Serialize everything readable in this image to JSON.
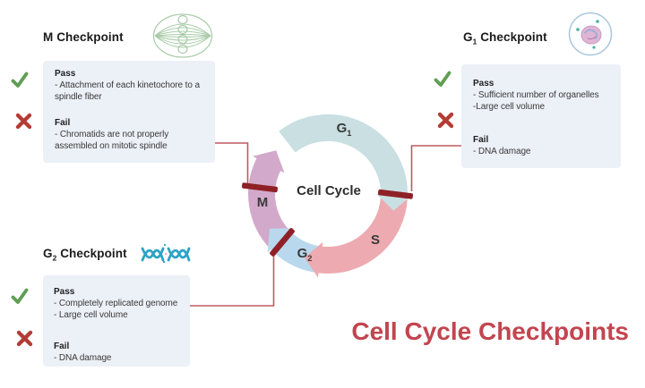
{
  "title": "Cell Cycle Checkpoints",
  "center_label": "Cell Cycle",
  "colors": {
    "seg_g1": "#c9dfe2",
    "seg_s": "#edaab0",
    "seg_g2": "#b9d8ee",
    "seg_m": "#d2a9cb",
    "bar": "#8e2026",
    "connector": "#bf5a60",
    "box_bg": "#ecf0f7",
    "title_red": "#c2454f",
    "check_green": "#5f9e53",
    "cross_red": "#b43c36",
    "spindle_green": "#a8cba8",
    "cell_blue": "#a9c6dd",
    "nucleus_pink": "#dcaed0",
    "dna_teal": "#2ba3c6"
  },
  "phases": [
    {
      "main": "G",
      "sub": "1"
    },
    {
      "main": "S",
      "sub": ""
    },
    {
      "main": "G",
      "sub": "2"
    },
    {
      "main": "M",
      "sub": ""
    }
  ],
  "checkpoints": {
    "m": {
      "title_main": "M",
      "title_sub": "",
      "title_rest": " Checkpoint",
      "pass_label": "Pass",
      "pass_items": [
        "- Attachment of each kinetochore to a spindle fiber"
      ],
      "fail_label": "Fail",
      "fail_items": [
        "- Chromatids are not properly assembled on mitotic spindle"
      ]
    },
    "g1": {
      "title_main": "G",
      "title_sub": "1",
      "title_rest": " Checkpoint",
      "pass_label": "Pass",
      "pass_items": [
        "- Sufficient number of organelles",
        "-Large cell volume"
      ],
      "fail_label": "Fail",
      "fail_items": [
        "- DNA damage"
      ]
    },
    "g2": {
      "title_main": "G",
      "title_sub": "2",
      "title_rest": " Checkpoint",
      "pass_label": "Pass",
      "pass_items": [
        "- Completely replicated genome",
        "- Large cell volume"
      ],
      "fail_label": "Fail",
      "fail_items": [
        "- DNA damage"
      ]
    }
  },
  "icons": {
    "m": "mitotic-spindle-icon",
    "g1": "cell-with-organelles-icon",
    "g2": "replicated-dna-icon"
  }
}
